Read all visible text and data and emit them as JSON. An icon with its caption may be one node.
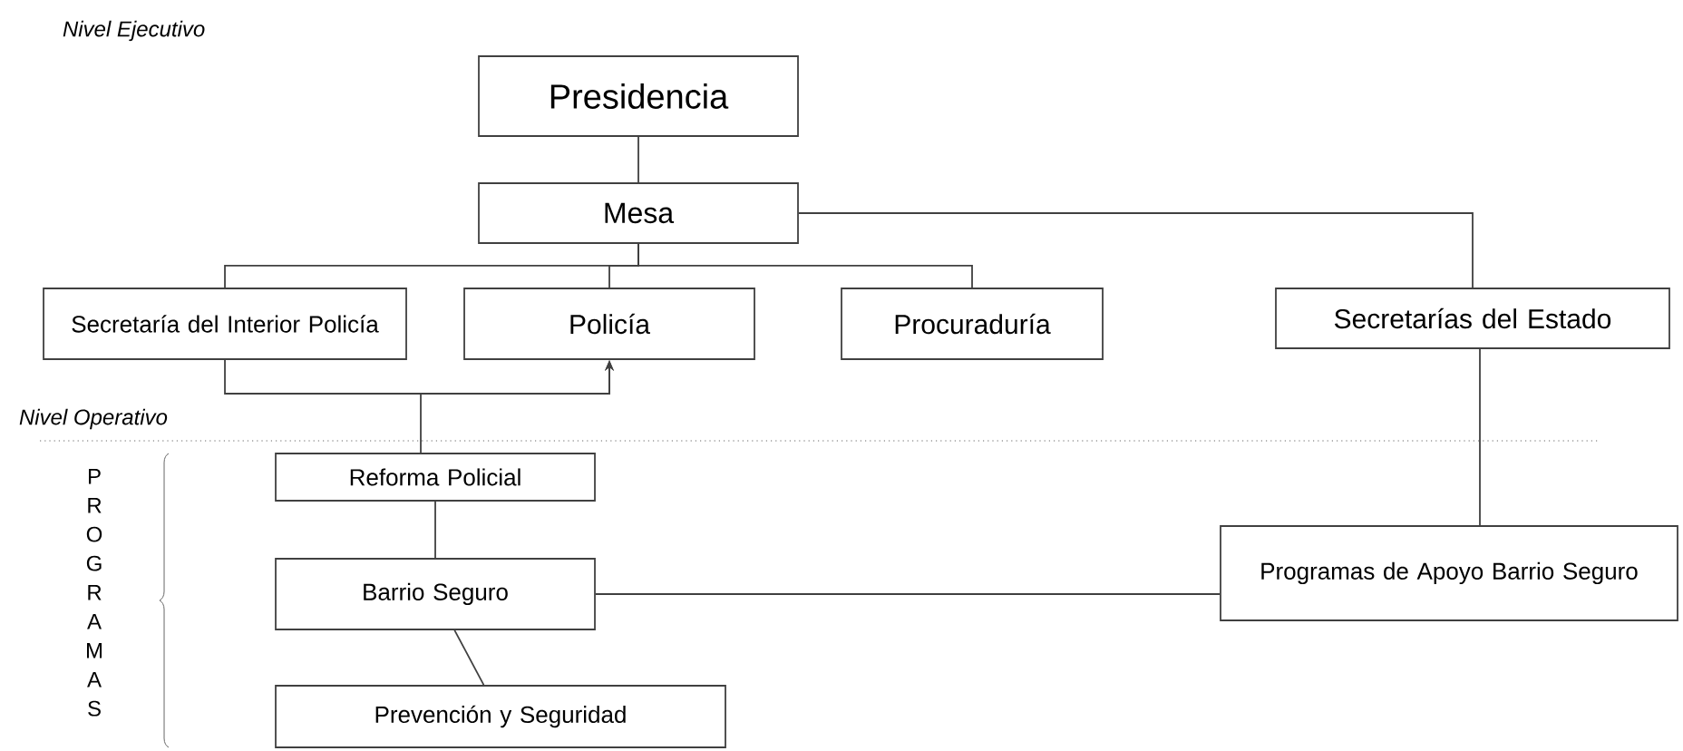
{
  "diagram": {
    "nodes": [
      {
        "text": [
          "Presidencia"
        ]
      },
      {
        "text": [
          "Mesa"
        ]
      },
      {
        "text": [
          "Secretaría del Interior Policía"
        ]
      },
      {
        "text": [
          "Policía"
        ]
      },
      {
        "text": [
          "Procuraduría"
        ]
      },
      {
        "text": [
          "Secretarías del Estado"
        ]
      },
      {
        "text": [
          "Reforma Policial"
        ]
      },
      {
        "text": [
          "Barrio Seguro"
        ]
      },
      {
        "text": [
          "Prevención y Seguridad"
        ]
      },
      {
        "text": [
          "Programas de Apoyo Barrio Seguro"
        ]
      }
    ],
    "edges": [
      {
        "from": 0,
        "to": 1,
        "arrow": "none"
      },
      {
        "from": 1,
        "to": 2,
        "arrow": "none"
      },
      {
        "from": 1,
        "to": 3,
        "arrow": "none"
      },
      {
        "from": 1,
        "to": 4,
        "arrow": "none"
      },
      {
        "from": 1,
        "to": 5,
        "arrow": "none"
      },
      {
        "from": 2,
        "to": 3,
        "arrow": "to"
      },
      {
        "from": 6,
        "to": 3,
        "arrow": "to"
      },
      {
        "from": 6,
        "to": 7,
        "arrow": "none"
      },
      {
        "from": 7,
        "to": 8,
        "arrow": "none"
      },
      {
        "from": 7,
        "to": 9,
        "arrow": "none"
      },
      {
        "from": 5,
        "to": 9,
        "arrow": "none"
      }
    ],
    "labels": [
      "Nivel Ejecutivo",
      "Nivel Operativo",
      "PROGRAMAS"
    ]
  }
}
